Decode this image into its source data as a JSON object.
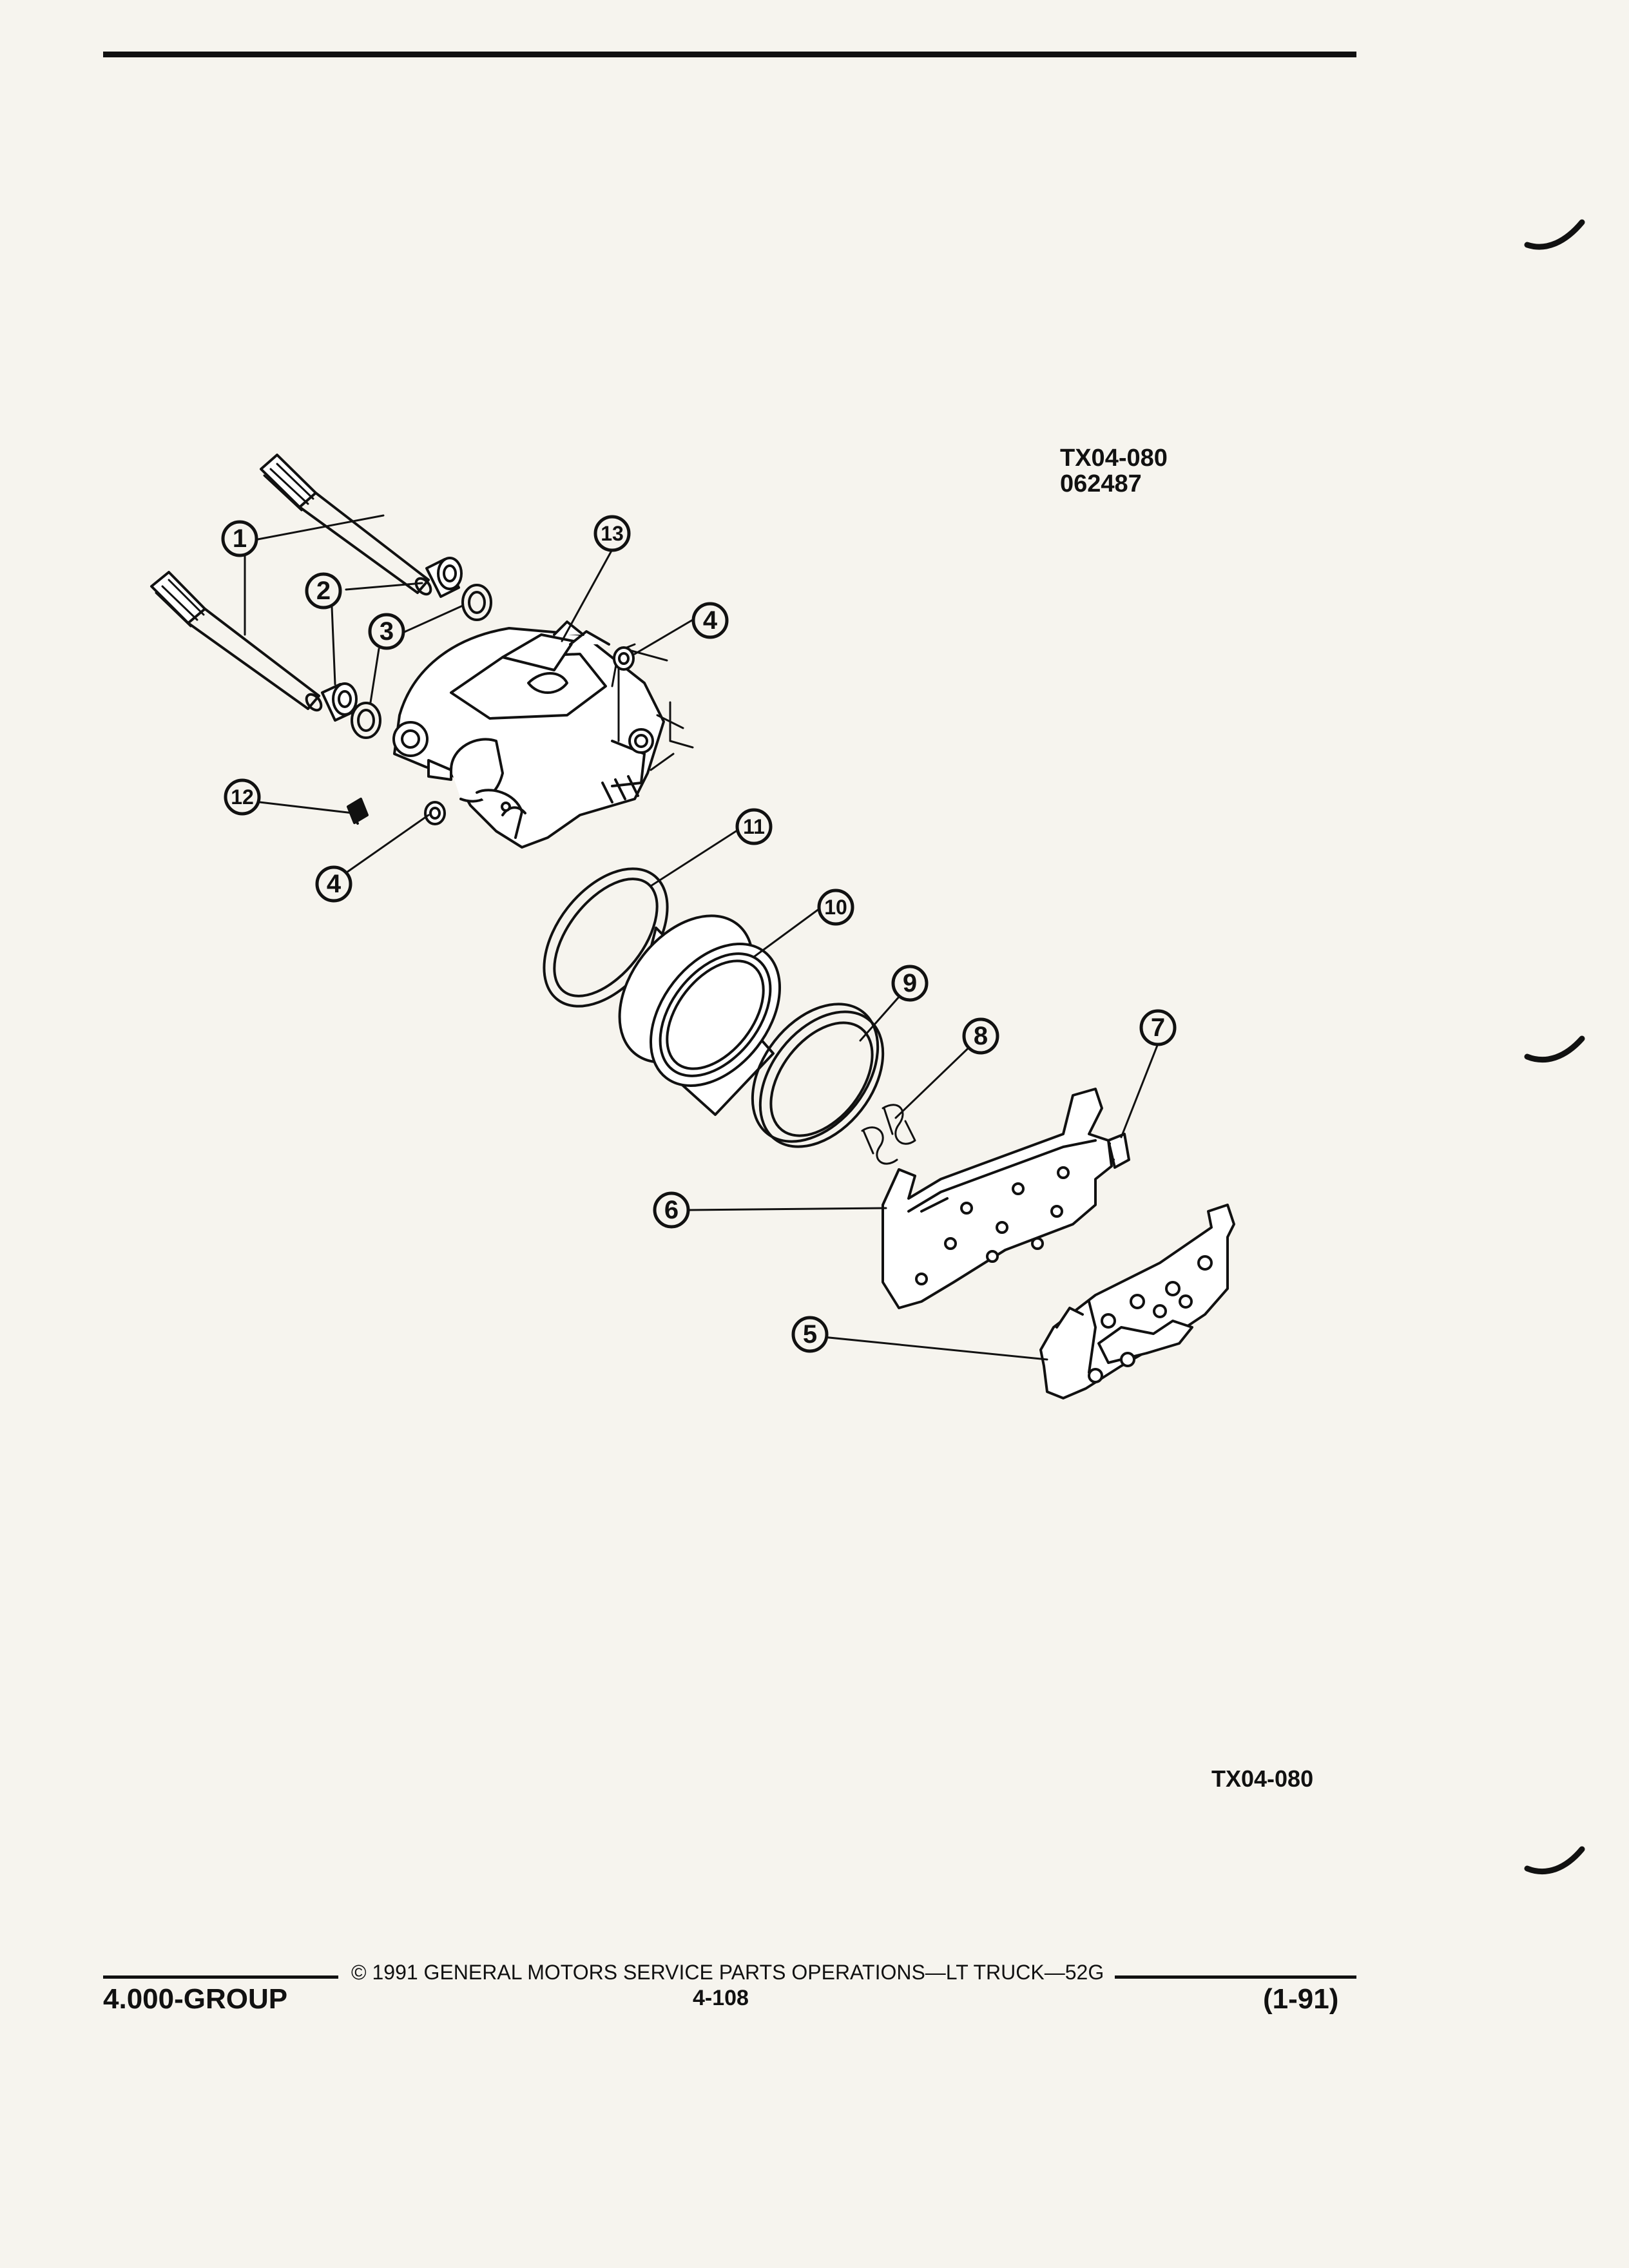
{
  "figure": {
    "id": "TX04-080",
    "date_code": "062487",
    "caption": "TX04-080"
  },
  "callouts": [
    "1",
    "2",
    "3",
    "4",
    "4",
    "5",
    "6",
    "7",
    "8",
    "9",
    "10",
    "11",
    "12",
    "13"
  ],
  "footer": {
    "copyright": "© 1991 GENERAL MOTORS SERVICE PARTS OPERATIONS—LT TRUCK—52G",
    "group": "4.000-GROUP",
    "page": "4-108",
    "revision": "(1-91)"
  }
}
